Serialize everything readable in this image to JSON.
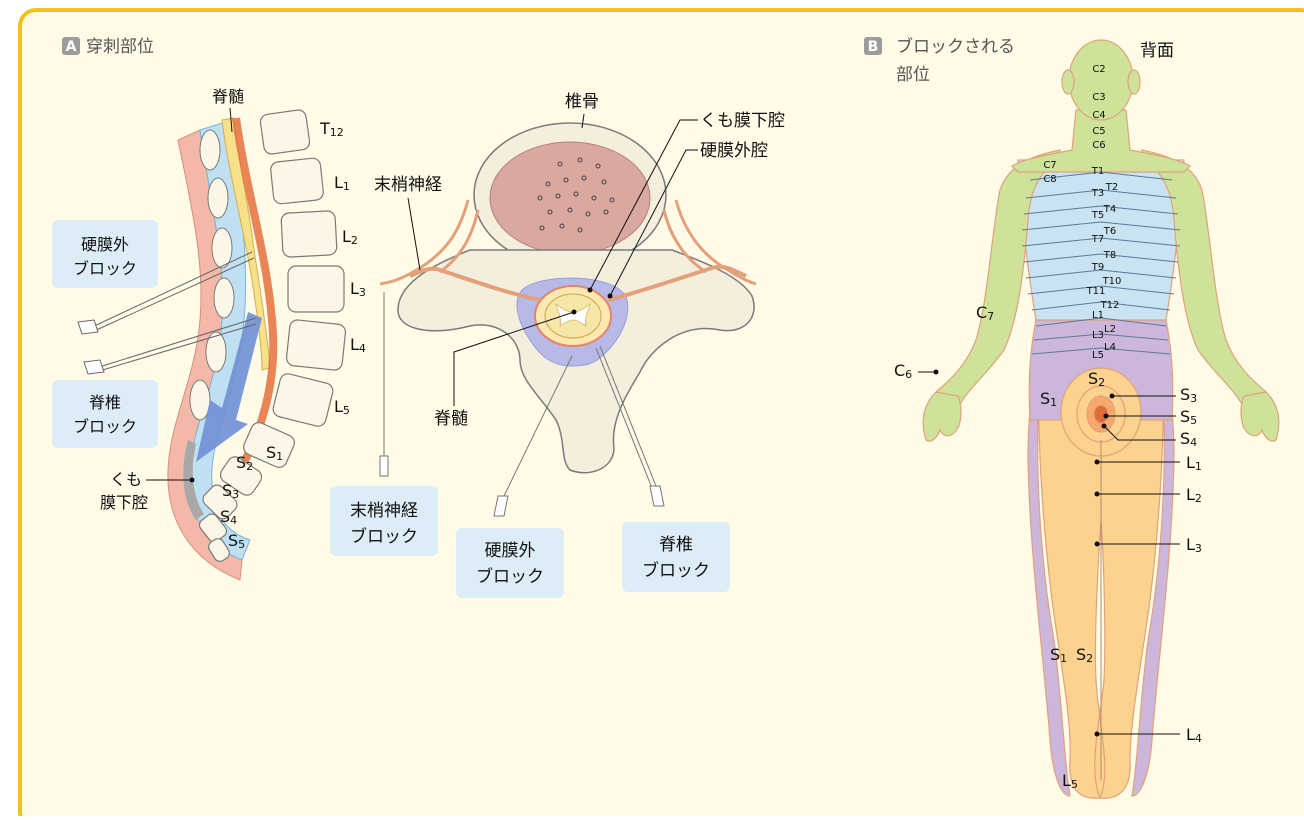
{
  "colors": {
    "frame": "#f2c21a",
    "background": "#fffbe6",
    "badge": "#9c9c9c",
    "label_box": "#dcedf7",
    "dermatome_green": "#cfe29a",
    "dermatome_blue": "#c9e3f2",
    "dermatome_purple": "#cdb6dc",
    "dermatome_orange": "#fbd28e",
    "needle_arrow": "#6f8fd6"
  },
  "panelA": {
    "badge": "A",
    "title": "穿刺部位",
    "spine_top_label": "脊髄",
    "vert_labels": {
      "T12": "T",
      "T12_sub": "12",
      "L1": "L",
      "L1_sub": "1",
      "L2": "L",
      "L2_sub": "2",
      "L3": "L",
      "L3_sub": "3",
      "L4": "L",
      "L4_sub": "4",
      "L5": "L",
      "L5_sub": "5",
      "S1": "S",
      "S1_sub": "1",
      "S2": "S",
      "S2_sub": "2",
      "S3": "S",
      "S3_sub": "3",
      "S4": "S",
      "S4_sub": "4",
      "S5": "S",
      "S5_sub": "5"
    },
    "box_epidural": {
      "line1": "硬膜外",
      "line2": "ブロック"
    },
    "box_spinal": {
      "line1": "脊椎",
      "line2": "ブロック"
    },
    "subarachnoid": {
      "line1": "くも",
      "line2": "膜下腔"
    },
    "cross": {
      "vertebra": "椎骨",
      "subarachnoid": "くも膜下腔",
      "epidural_space": "硬膜外腔",
      "peripheral_nerve": "末梢神経",
      "spinal_cord": "脊髄"
    },
    "box_peripheral": {
      "line1": "末梢神経",
      "line2": "ブロック"
    },
    "box_epidural2": {
      "line1": "硬膜外",
      "line2": "ブロック"
    },
    "box_spinal2": {
      "line1": "脊椎",
      "line2": "ブロック"
    }
  },
  "panelB": {
    "badge": "B",
    "title_line1": "ブロックされる",
    "title_line2": "部位",
    "view": "背面",
    "small_labels": [
      "C2",
      "C3",
      "C4",
      "C5",
      "C6",
      "C7",
      "C8",
      "T1",
      "T2",
      "T3",
      "T4",
      "T5",
      "T6",
      "T7",
      "T8",
      "T9",
      "T10",
      "T11",
      "T12",
      "L1",
      "L2",
      "L3",
      "L4",
      "L5"
    ],
    "big": {
      "C7": "C",
      "C7_sub": "7",
      "C6": "C",
      "C6_sub": "6",
      "S1": "S",
      "S1_sub": "1",
      "S2": "S",
      "S2_sub": "2",
      "S3": "S",
      "S3_sub": "3",
      "S5": "S",
      "S5_sub": "5",
      "S4": "S",
      "S4_sub": "4",
      "L1": "L",
      "L1_sub": "1",
      "L2": "L",
      "L2_sub": "2",
      "L3": "L",
      "L3_sub": "3",
      "L4": "L",
      "L4_sub": "4",
      "L5": "L",
      "L5_sub": "5",
      "S1b": "S",
      "S1b_sub": "1",
      "S2b": "S",
      "S2b_sub": "2"
    }
  }
}
